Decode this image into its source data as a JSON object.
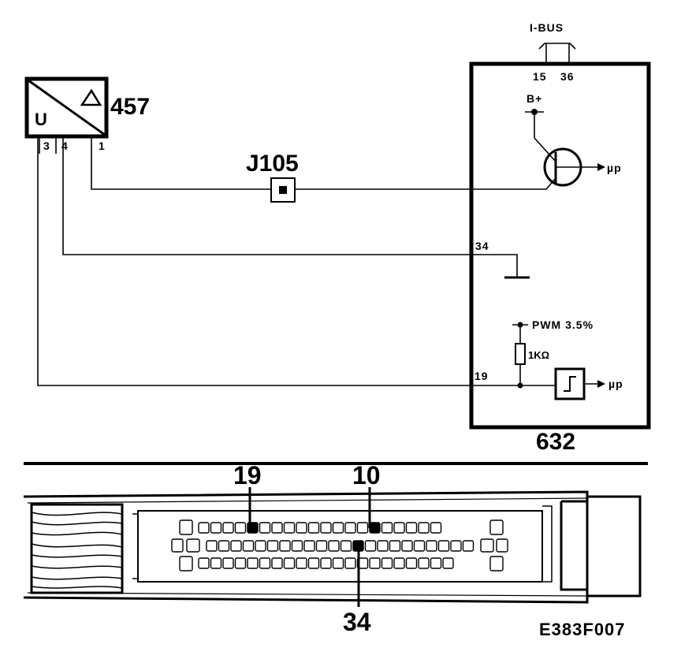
{
  "components": {
    "sensor": {
      "id": "457",
      "label_u": "U",
      "pins": [
        "3",
        "4",
        "1"
      ]
    },
    "ecu": {
      "id": "632"
    },
    "connector_j": {
      "id": "J105"
    }
  },
  "bus": {
    "label": "I-BUS",
    "pins": [
      "15",
      "36"
    ]
  },
  "ecu_internal": {
    "supply": "B+",
    "mu_p_top": "µp",
    "mu_p_bottom": "µp",
    "pwm": "PWM 3.5%",
    "resistor": "1KΩ",
    "pin_ground": "34",
    "pin_signal": "19"
  },
  "connector_callouts": {
    "left_top": "19",
    "right_top": "10",
    "bottom": "34"
  },
  "figure_code": "E383F007"
}
